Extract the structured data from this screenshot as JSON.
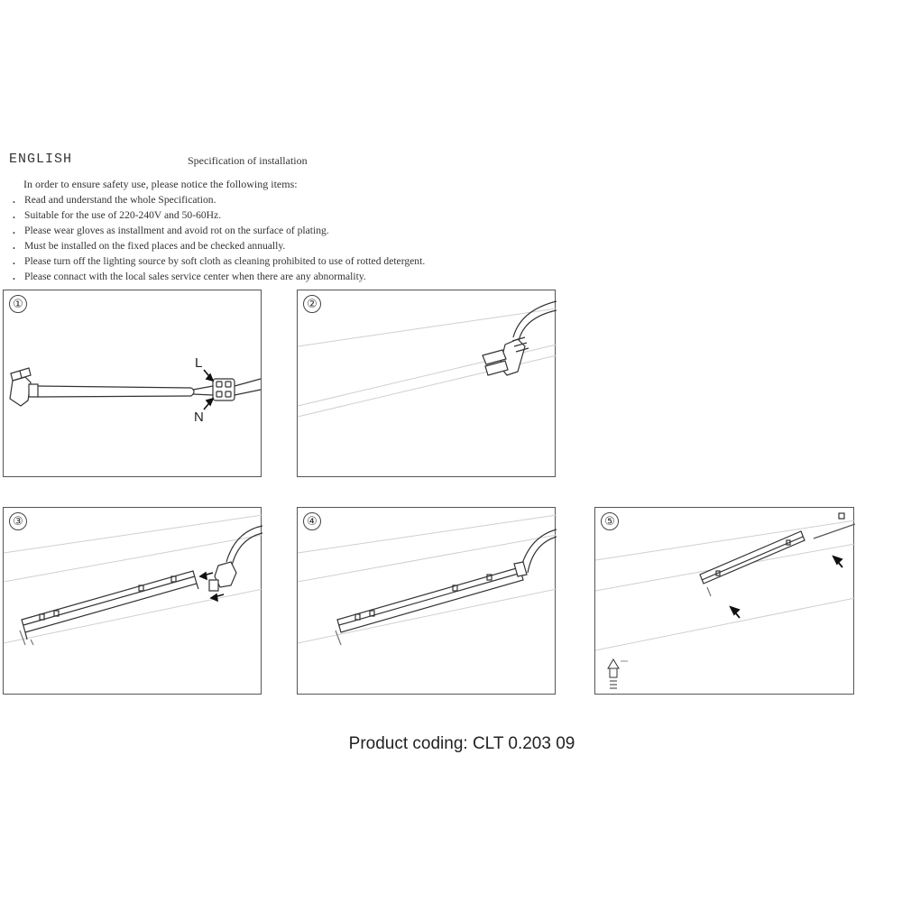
{
  "header": {
    "language": "ENGLISH",
    "spec_title": "Specification of installation",
    "intro": "In order to ensure safety use, please notice the following items:"
  },
  "items": [
    "Read and understand the whole Specification.",
    "Suitable for the use of 220-240V and 50-60Hz.",
    "Please wear gloves as installment and avoid rot on the surface of plating.",
    "Must be installed on the fixed places and be checked annually.",
    "Please turn off the lighting source by soft cloth as cleaning prohibited to use of rotted detergent.",
    "Please connact with the local sales service center when there are any abnormality."
  ],
  "bullet": ".",
  "steps": [
    {
      "number": "①"
    },
    {
      "number": "②"
    },
    {
      "number": "③"
    },
    {
      "number": "④"
    },
    {
      "number": "⑤"
    }
  ],
  "step1_labels": {
    "live": "L",
    "neutral": "N"
  },
  "product_coding": "Product coding: CLT 0.203 09"
}
